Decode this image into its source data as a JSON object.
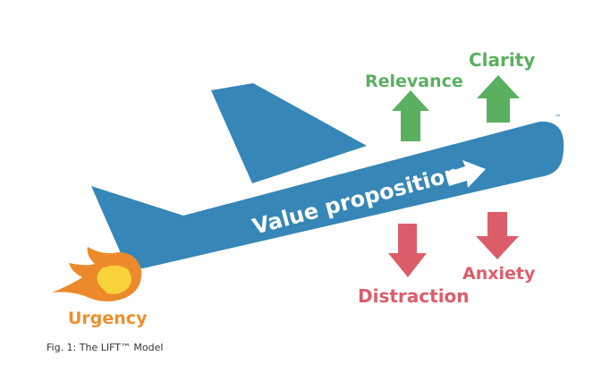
{
  "diagram": {
    "plane_label": "Value proposition",
    "trademark": "™",
    "forces": {
      "relevance": "Relevance",
      "clarity": "Clarity",
      "distraction": "Distraction",
      "anxiety": "Anxiety",
      "urgency": "Urgency"
    }
  },
  "caption": "Fig. 1: The LIFT™ Model",
  "colors": {
    "plane": "#3686b7",
    "positive": "#5ab05f",
    "negative": "#dc5d6a",
    "urgency": "#ef8e2a",
    "flame_outer": "#ec8a2b",
    "flame_inner": "#f8d23a",
    "white": "#ffffff"
  },
  "icons": {
    "up_arrows": "arrow-up-icon",
    "down_arrows": "arrow-down-icon",
    "flame": "flame-icon",
    "plane": "airplane-icon"
  }
}
